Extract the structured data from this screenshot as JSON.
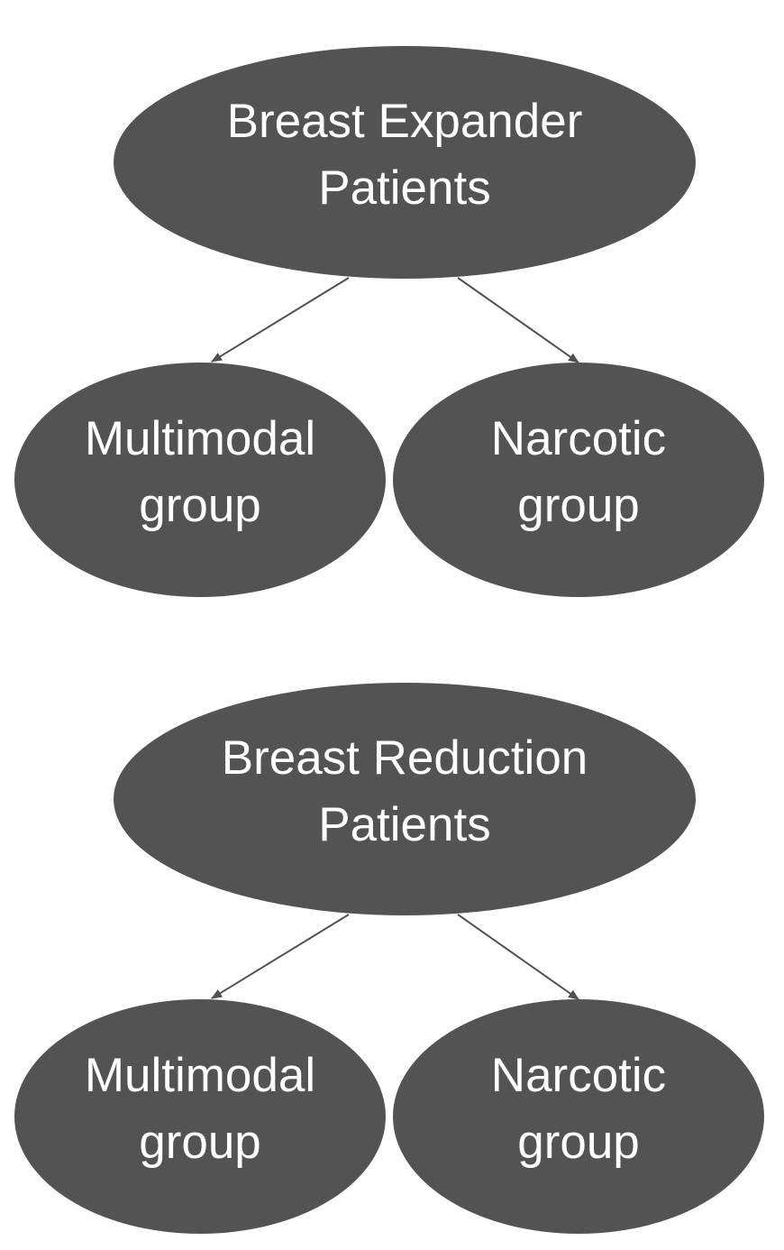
{
  "trees": [
    {
      "root": {
        "lines": [
          "Breast Expander",
          "Patients"
        ]
      },
      "left": {
        "lines": [
          "Multimodal",
          "group"
        ]
      },
      "right": {
        "lines": [
          "Narcotic",
          "group"
        ]
      }
    },
    {
      "root": {
        "lines": [
          "Breast Reduction",
          "Patients"
        ]
      },
      "left": {
        "lines": [
          "Multimodal",
          "group"
        ]
      },
      "right": {
        "lines": [
          "Narcotic",
          "group"
        ]
      }
    }
  ],
  "colors": {
    "node_fill": "#535353",
    "node_text": "#ffffff",
    "edge": "#505050",
    "background": "#ffffff"
  }
}
